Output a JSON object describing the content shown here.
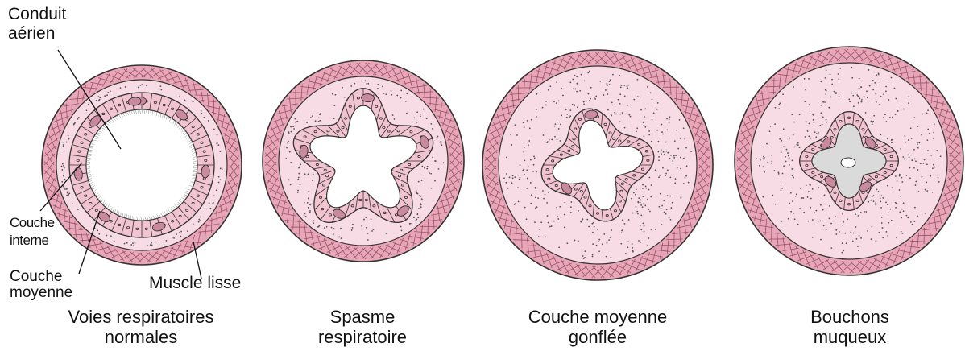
{
  "labels": {
    "conduit": [
      "Conduit",
      "aérien"
    ],
    "couche_interne": [
      "Couche",
      "interne"
    ],
    "couche_moyenne": [
      "Couche",
      "moyenne"
    ],
    "muscle": "Muscle lisse"
  },
  "panels": [
    {
      "caption": [
        "Voies respiratoires",
        "normales"
      ]
    },
    {
      "caption": [
        "Spasme",
        "respiratoire"
      ]
    },
    {
      "caption": [
        "Couche moyenne",
        "gonflée"
      ]
    },
    {
      "caption": [
        "Bouchons",
        "muqueux"
      ]
    }
  ],
  "colors": {
    "outer_ring": "#e8a6b8",
    "middle_layer": "#f7dbe5",
    "cell_fill": "#f2c3d1",
    "mucus": "#dadada",
    "outline": "#333333"
  }
}
